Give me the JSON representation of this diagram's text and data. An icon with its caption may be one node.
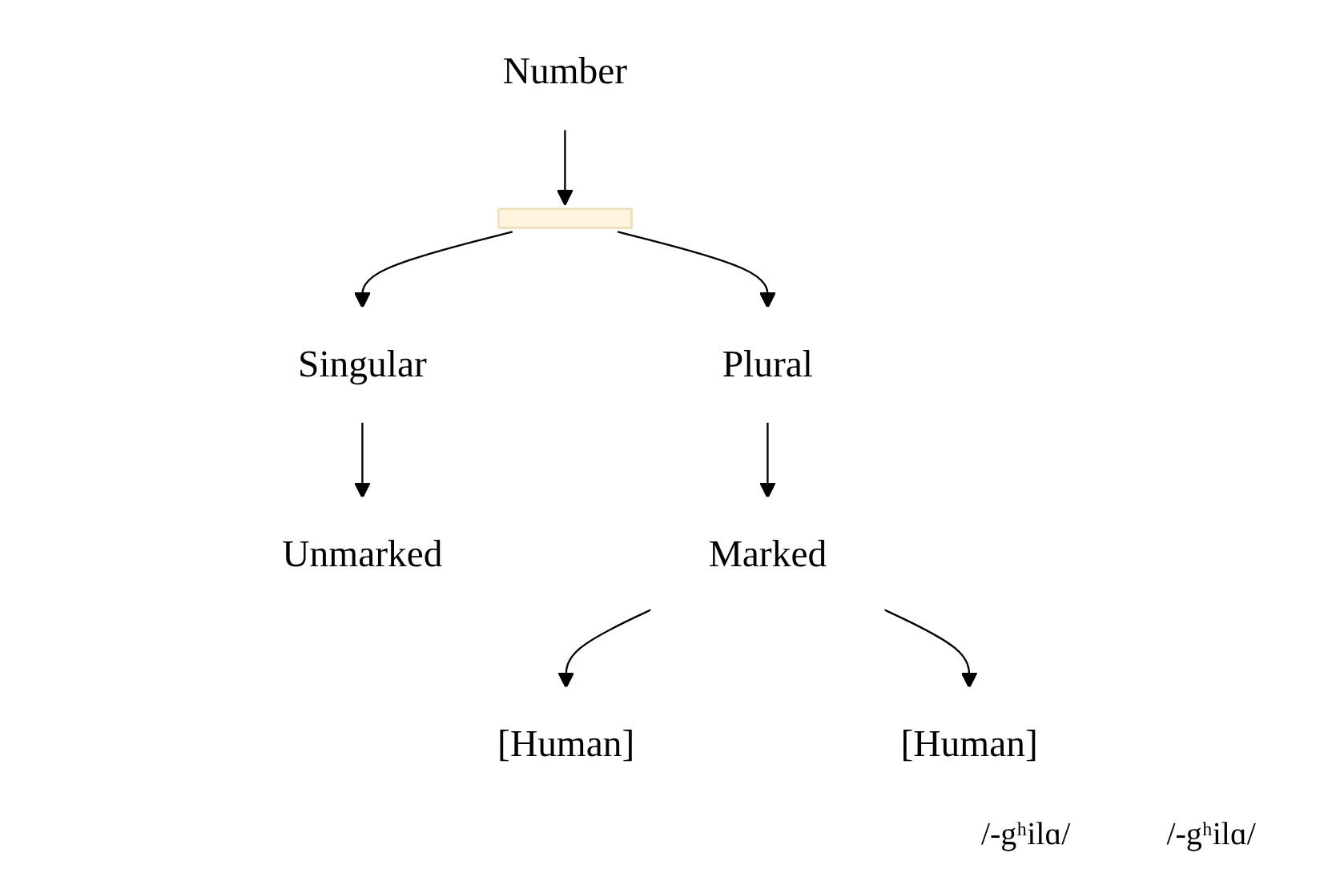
{
  "diagram": {
    "nodes": [
      {
        "text": [
          "Number"
        ]
      },
      {
        "text": [],
        "shape": "bar"
      },
      {
        "text": [
          "Singular"
        ]
      },
      {
        "text": [
          "Plural"
        ]
      },
      {
        "text": [
          "Unmarked"
        ]
      },
      {
        "text": [
          "Marked"
        ]
      },
      {
        "text": [
          "[Human]"
        ]
      },
      {
        "text": [
          "[Human]"
        ]
      }
    ],
    "edges": [
      {
        "from": 0,
        "to": 1,
        "arrow": "to"
      },
      {
        "from": 1,
        "to": 2,
        "arrow": "to"
      },
      {
        "from": 1,
        "to": 3,
        "arrow": "to"
      },
      {
        "from": 2,
        "to": 4,
        "arrow": "to"
      },
      {
        "from": 3,
        "to": 5,
        "arrow": "to"
      },
      {
        "from": 5,
        "to": 6,
        "arrow": "to"
      },
      {
        "from": 5,
        "to": 7,
        "arrow": "to"
      }
    ],
    "labels": [
      "/-gʰilɑ/",
      "/-gʰilɑ/"
    ]
  }
}
